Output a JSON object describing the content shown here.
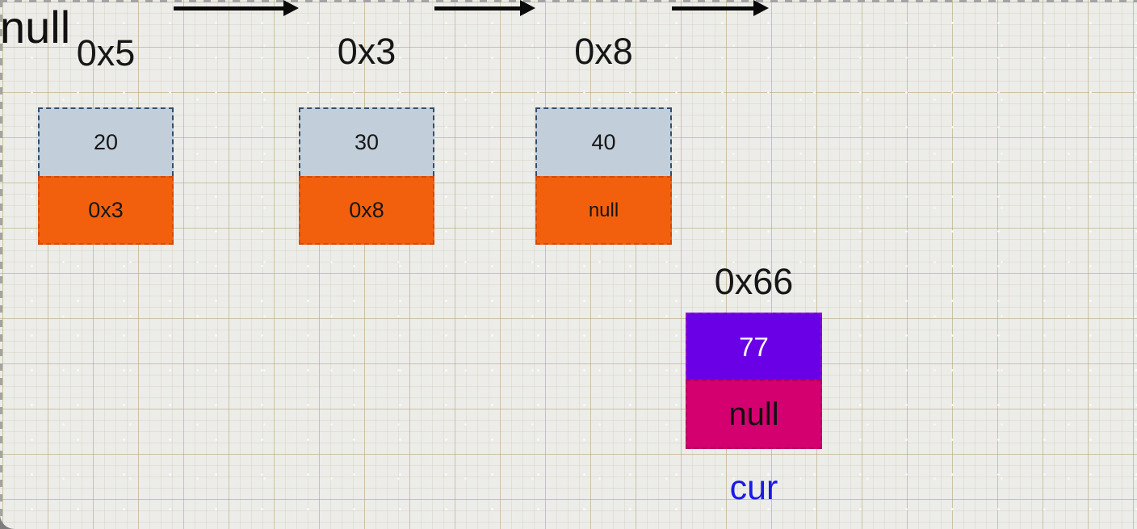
{
  "diagram": {
    "nodes": [
      {
        "address": "0x5",
        "value": "20",
        "next": "0x3"
      },
      {
        "address": "0x3",
        "value": "30",
        "next": "0x8"
      },
      {
        "address": "0x8",
        "value": "40",
        "next": "null"
      }
    ],
    "tail_text": "null",
    "current": {
      "address": "0x66",
      "value": "77",
      "next": "null",
      "pointer_label": "cur"
    }
  },
  "colors": {
    "canvas_background": "#ecece9",
    "grid_line": "#cfc49e",
    "page_guide_dash": "#a3a3a3",
    "node_value_fill": "#c2ceda",
    "node_value_border": "#30506e",
    "node_next_fill": "#f2600d",
    "node_next_border": "#d4490a",
    "cur_value_fill": "#6a00e6",
    "cur_value_text": "#ffffff",
    "cur_next_fill": "#d40070",
    "cur_pointer_label_color": "#1a1ae8",
    "arrow_color": "#0a0a0a",
    "text_color": "#161616"
  }
}
